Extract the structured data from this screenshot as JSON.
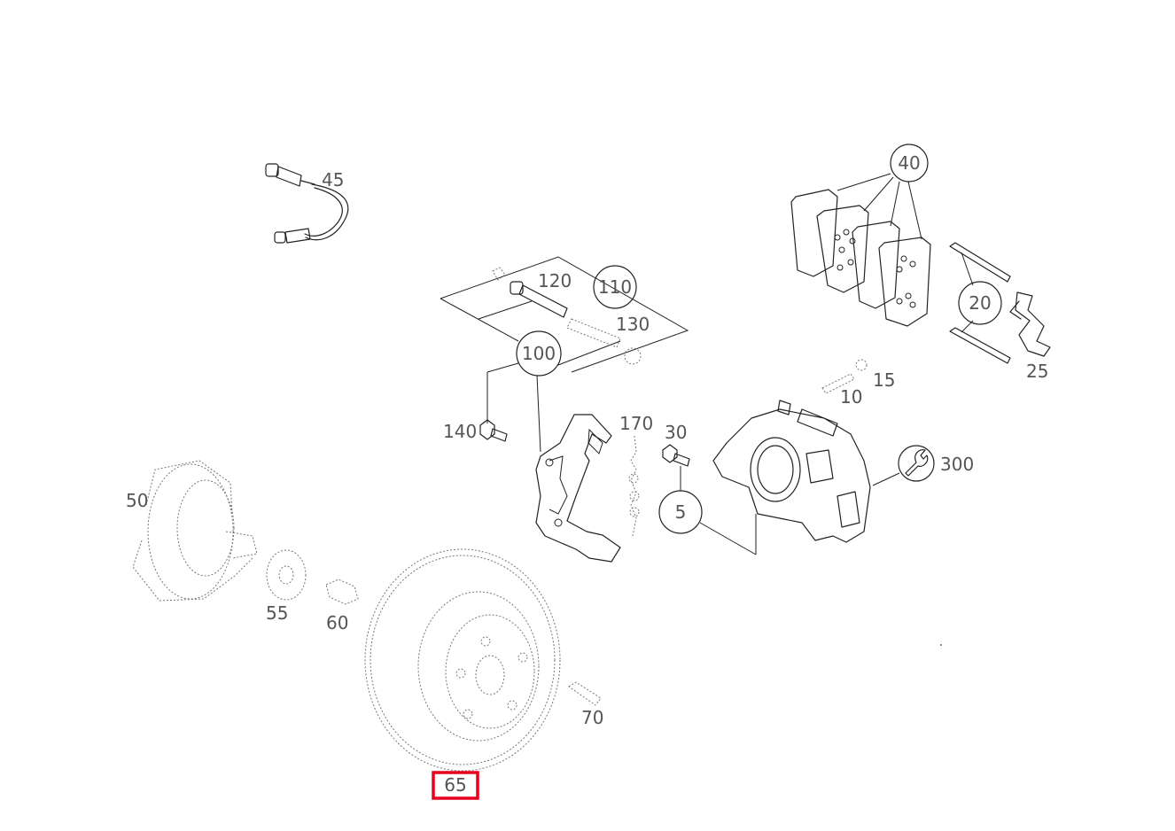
{
  "diagram": {
    "callouts": {
      "c5": "5",
      "c10": "10",
      "c15": "15",
      "c20": "20",
      "c25": "25",
      "c30": "30",
      "c40": "40",
      "c45": "45",
      "c50": "50",
      "c55": "55",
      "c60": "60",
      "c65": "65",
      "c70": "70",
      "c100": "100",
      "c110": "110",
      "c120": "120",
      "c130": "130",
      "c140": "140",
      "c170": "170",
      "c300": "300"
    },
    "highlighted_part": "65",
    "highlight_color": "#e8001c",
    "icons": [
      "wrench-icon"
    ]
  }
}
